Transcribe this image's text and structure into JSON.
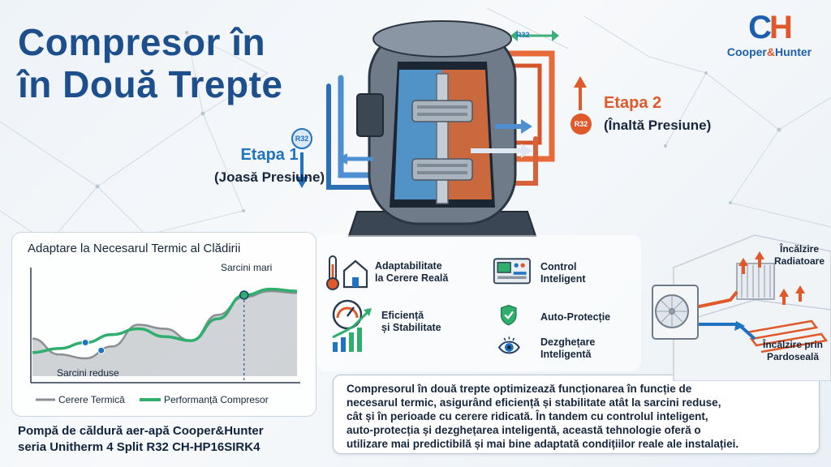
{
  "title": {
    "line1": "Compresor în",
    "line2": "în Două Trepte"
  },
  "brand": {
    "mark_c": "C",
    "mark_h": "H",
    "name_a": "Cooper",
    "name_amp": "&",
    "name_b": "Hunter"
  },
  "compressor": {
    "stage1": {
      "name": "Etapa 1",
      "subtitle": "(Joasă Presiune)",
      "badge": "R32"
    },
    "stage2": {
      "name": "Etapa 2",
      "subtitle": "(Înaltă Presiune)",
      "badge": "R32"
    },
    "arrow_label": "R32"
  },
  "chart_data": {
    "type": "line",
    "title": "Adaptare la Necesarul Termic al Clădirii",
    "xlabel": "",
    "ylabel": "",
    "x": [
      0,
      1,
      2,
      3,
      4,
      5,
      6,
      7,
      8,
      9,
      10
    ],
    "series": [
      {
        "name": "Cerere Termică",
        "values": [
          38,
          22,
          18,
          30,
          52,
          48,
          36,
          62,
          80,
          86,
          84
        ]
      },
      {
        "name": "Performanță Compresor",
        "values": [
          24,
          28,
          34,
          42,
          48,
          40,
          36,
          58,
          82,
          88,
          86
        ]
      }
    ],
    "annotations": {
      "high": "Sarcini mari",
      "low": "Sarcini reduse"
    },
    "colors": {
      "demand": "#8a8f96",
      "performance": "#2fae6e",
      "marker": "#1f73c2"
    }
  },
  "features": [
    {
      "label_1": "Adaptabilitate",
      "label_2": "la Cerere Reală",
      "icon": "thermometer-house-icon"
    },
    {
      "label_1": "Control",
      "label_2": "Inteligent",
      "icon": "control-panel-icon"
    },
    {
      "label_1": "Eficiență",
      "label_2": "și Stabilitate",
      "icon": "gauge-chart-icon"
    },
    {
      "label_1": "Auto-Protecție",
      "label_2": "",
      "icon": "shield-check-icon"
    },
    {
      "label_1": "Dezghețare",
      "label_2": "Inteligentă",
      "icon": "eye-icon"
    }
  ],
  "description": {
    "line1": "Compresorul în două trepte optimizează funcționarea în funcție de",
    "line2": "necesarul termic, asigurând eficiență și stabilitate atât la sarcini reduse,",
    "line3": "cât și în perioade cu cerere ridicată. În tandem cu controlul inteligent,",
    "line4": "auto-protecția și dezghețarea inteligentă, această tehnologie oferă o",
    "line5": "utilizare mai predictibilă și mai bine adaptată condițiilor reale ale instalației."
  },
  "product": {
    "line1": "Pompă de căldură aer-apă Cooper&Hunter",
    "line2": "seria Unitherm 4 Split R32 CH-HP16SIRK4"
  },
  "installation": {
    "radiator_l1": "Încălzire",
    "radiator_l2": "Radiatoare",
    "floor_l1": "Încălzire prin",
    "floor_l2": "Pardoseală"
  },
  "colors": {
    "title": "#1c4f8c",
    "blue": "#1f73c2",
    "orange": "#e0592a",
    "green": "#2fae6e"
  }
}
